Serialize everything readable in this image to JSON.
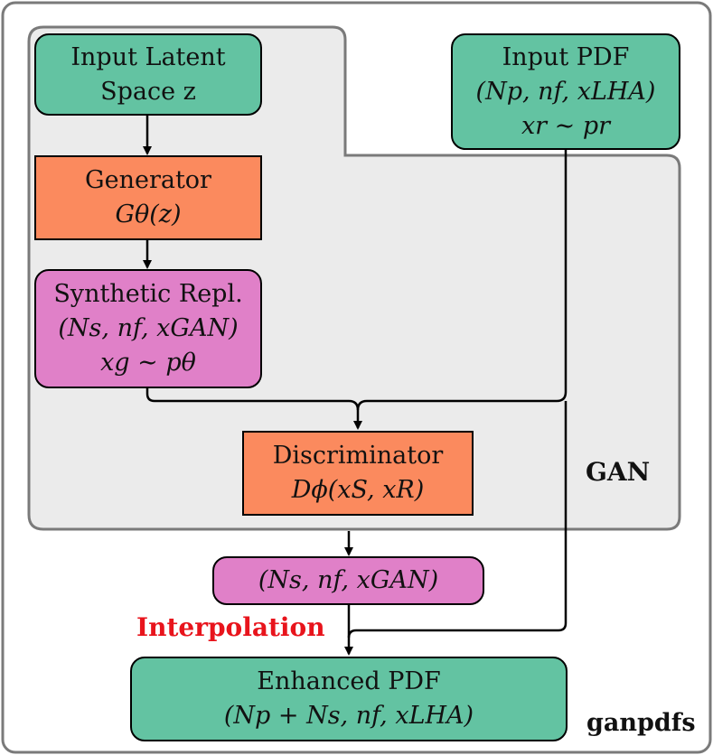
{
  "nodes": {
    "input_latent": {
      "line1": "Input Latent",
      "line2": "Space z"
    },
    "generator": {
      "line1": "Generator",
      "line2": "Gθ(z)"
    },
    "synthetic": {
      "line1": "Synthetic Repl.",
      "line2": "(Ns, nf, xGAN)",
      "line3": "xg ∼ pθ"
    },
    "discriminator": {
      "line1": "Discriminator",
      "line2": "Dϕ(xS, xR)"
    },
    "input_pdf": {
      "line1": "Input PDF",
      "line2": "(Np, nf, xLHA)",
      "line3": "xr ∼ pr"
    },
    "gan_output": {
      "line1": "(Ns, nf, xGAN)"
    },
    "enhanced_pdf": {
      "line1": "Enhanced PDF",
      "line2": "(Np + Ns, nf, xLHA)"
    }
  },
  "labels": {
    "gan": "GAN",
    "interpolation": "Interpolation",
    "ganpdfs": "ganpdfs"
  },
  "colors": {
    "green": "#63c3a2",
    "orange": "#fb8a5e",
    "pink": "#e080c8",
    "gan_region": "#ebebeb",
    "interpolation_text": "#e8141c"
  }
}
